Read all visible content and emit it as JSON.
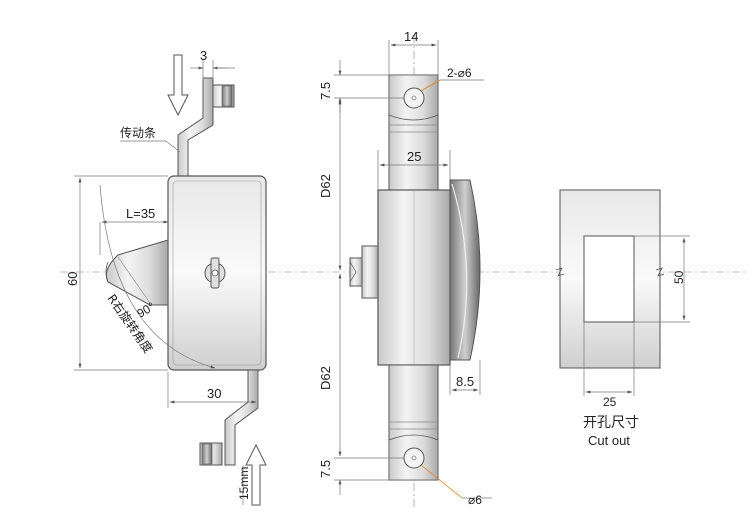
{
  "side_view": {
    "dim_top": "3",
    "dim_length": "L=35",
    "dim_height": "60",
    "dim_bottom": "30",
    "dim_travel": "15mm",
    "label_rod": "传动条",
    "label_rotation": "R右旋转角度",
    "label_angle": "90°"
  },
  "front_view": {
    "dim_width_top": "14",
    "dim_top_offset": "7.5",
    "dim_hole_top": "2-⌀6",
    "dim_body_width": "25",
    "dim_upper": "D62",
    "dim_lower": "D62",
    "dim_handle": "8.5",
    "dim_bottom_offset": "7.5",
    "dim_hole_bottom": "⌀6"
  },
  "cutout_view": {
    "dim_height": "50",
    "dim_width": "25",
    "title_cn": "开孔尺寸",
    "title_en": "Cut out"
  }
}
